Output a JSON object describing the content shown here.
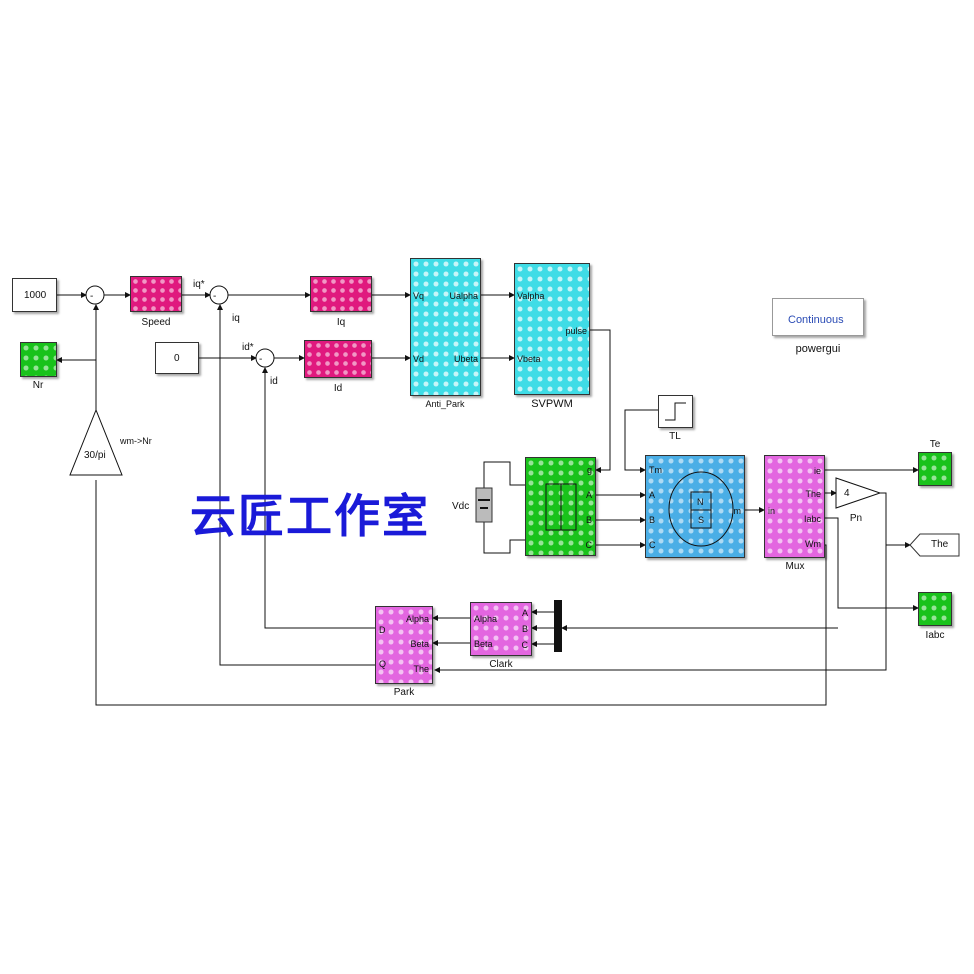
{
  "blocks": {
    "speed_ref": {
      "value": "1000"
    },
    "speed": {
      "label": "Speed"
    },
    "iq_ctrl": {
      "label": "Iq"
    },
    "id_ref": {
      "value": "0"
    },
    "id_ctrl": {
      "label": "Id"
    },
    "nr_scope": {
      "label": "Nr"
    },
    "gain_30pi": {
      "value": "30/pi",
      "label": "wm->Nr"
    },
    "anti_park": {
      "label": "Anti_Park",
      "ports_in": [
        "Vq",
        "Vd"
      ],
      "ports_out": [
        "Ualpha",
        "Ubeta"
      ]
    },
    "svpwm": {
      "label": "SVPWM",
      "ports_in": [
        "Valpha",
        "Vbeta"
      ],
      "ports_out": [
        "pulse"
      ]
    },
    "powergui": {
      "value": "Continuous",
      "label": "powergui"
    },
    "tl": {
      "label": "TL"
    },
    "vdc": {
      "label": "Vdc"
    },
    "inverter": {
      "ports": [
        "g",
        "A",
        "B",
        "C"
      ]
    },
    "motor": {
      "ports_in": [
        "Tm",
        "A",
        "B",
        "C"
      ],
      "port_out": "m",
      "poles": [
        "N",
        "S"
      ]
    },
    "mux": {
      "label": "Mux",
      "ports_in": [
        "in"
      ],
      "ports_out": [
        "ie",
        "The",
        "Iabc",
        "Wm"
      ]
    },
    "pn_gain": {
      "value": "4",
      "label": "Pn"
    },
    "te_scope": {
      "label": "Te"
    },
    "the_goto": {
      "label": "The"
    },
    "iabc_scope": {
      "label": "Iabc"
    },
    "clark": {
      "label": "Clark",
      "ports_in": [
        "A",
        "B",
        "C"
      ],
      "ports_out": [
        "Alpha",
        "Beta"
      ]
    },
    "park": {
      "label": "Park",
      "ports_in": [
        "Alpha",
        "Beta",
        "The"
      ],
      "ports_out": [
        "D",
        "Q"
      ]
    }
  },
  "signals": {
    "iq_star": "iq*",
    "id_star": "id*",
    "iq": "iq",
    "id": "id"
  },
  "watermark": "云匠工作室"
}
